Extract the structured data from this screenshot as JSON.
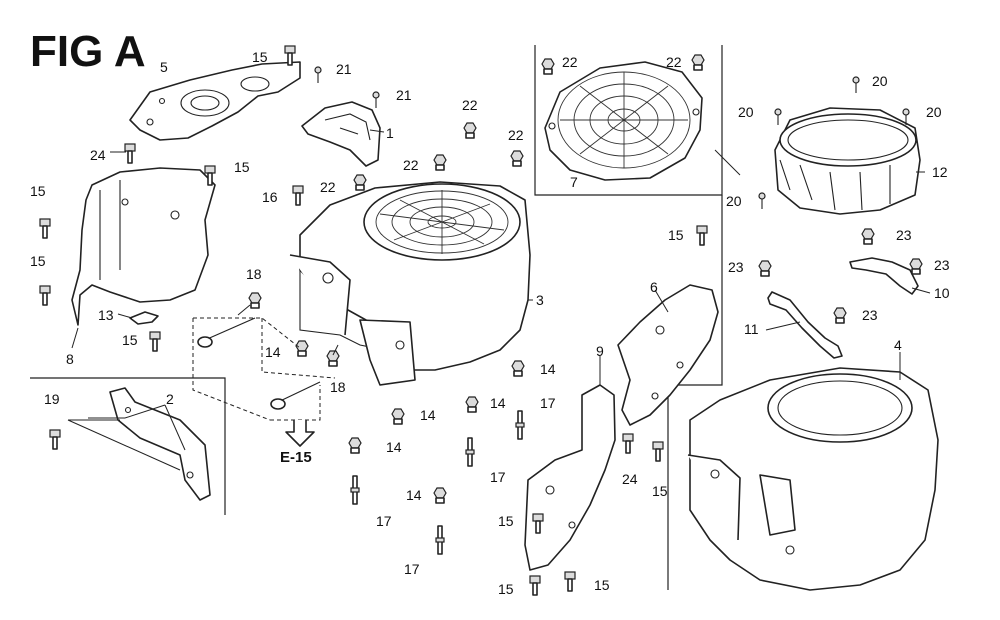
{
  "figure": {
    "title": "FIG A",
    "cross_ref": "E-15"
  },
  "refs": {
    "r1": "1",
    "r2": "2",
    "r3": "3",
    "r4": "4",
    "r5": "5",
    "r6": "6",
    "r7": "7",
    "r8": "8",
    "r9": "9",
    "r10": "10",
    "r11": "11",
    "r12": "12",
    "r13": "13",
    "r14": "14",
    "r15": "15",
    "r16": "16",
    "r17": "17",
    "r18": "18",
    "r19": "19",
    "r20": "20",
    "r21": "21",
    "r22": "22",
    "r23": "23",
    "r24": "24"
  },
  "icons": [
    "bolt-icon",
    "nut-icon",
    "screw-icon",
    "arrow-down-icon"
  ]
}
